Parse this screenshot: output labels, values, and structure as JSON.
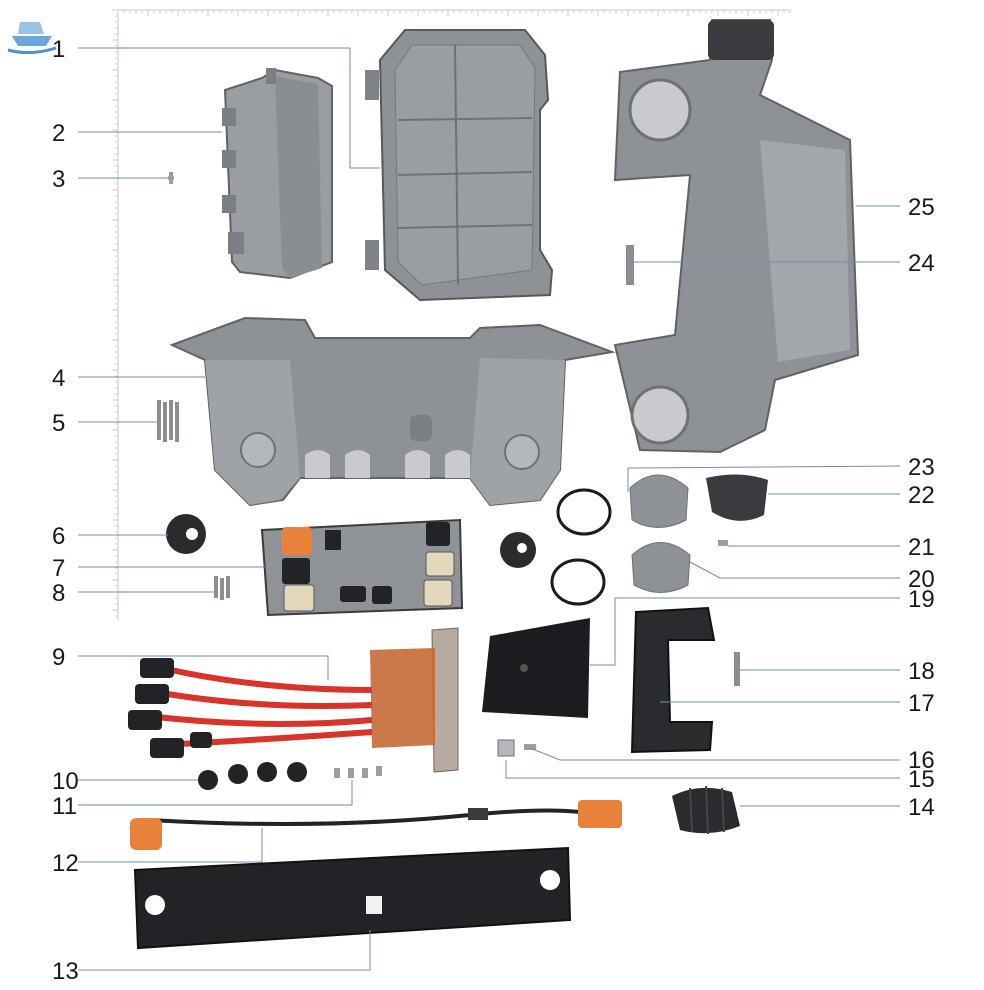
{
  "labels": [
    "1",
    "2",
    "3",
    "4",
    "5",
    "6",
    "7",
    "8",
    "9",
    "10",
    "11",
    "12",
    "13",
    "14",
    "15",
    "16",
    "17",
    "18",
    "19",
    "20",
    "21",
    "22",
    "23",
    "24",
    "25"
  ],
  "colors": {
    "plastic": "#8e9196",
    "plastic_dark": "#6e7176",
    "plastic_light": "#b4b7bb",
    "black_part": "#222326",
    "orange": "#e8823a",
    "copper": "#c56a36",
    "red_wire": "#d8342a",
    "leader": "#6f8fb6",
    "background": "#ffffff"
  },
  "icons": [
    "ruler-icon",
    "ship-logo-icon"
  ]
}
